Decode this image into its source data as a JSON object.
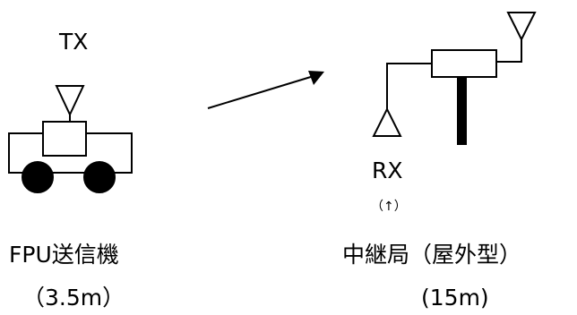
{
  "transmitter": {
    "antenna_label": "TX",
    "name": "FPU送信機",
    "height": "（3.5m）"
  },
  "relay_station": {
    "antenna_label": "RX",
    "direction_note": "（↑）",
    "name": "中継局（屋外型）",
    "height": "(15m)"
  },
  "colors": {
    "stroke": "#000000",
    "background": "#ffffff"
  }
}
